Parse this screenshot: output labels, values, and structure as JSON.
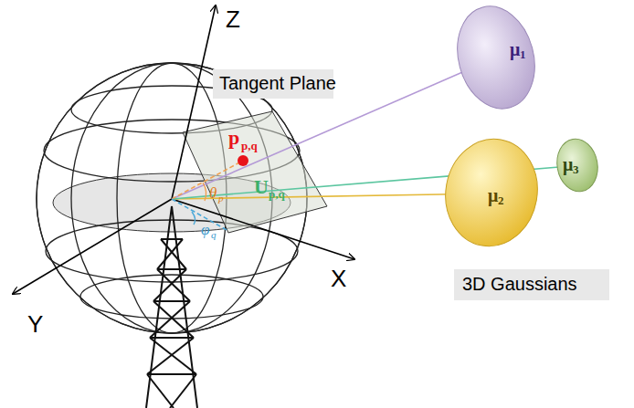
{
  "diagram": {
    "nodes": [
      {
        "text": [
          "μ",
          "1"
        ]
      },
      {
        "text": [
          "μ",
          "2"
        ]
      },
      {
        "text": [
          "μ",
          "3"
        ]
      }
    ],
    "labels": [
      "Z",
      "X",
      "Y",
      "Tangent Plane",
      "p",
      "p,q",
      "U",
      "p,q",
      "θ",
      "p",
      "φ",
      "q",
      "3D Gaussians"
    ]
  }
}
